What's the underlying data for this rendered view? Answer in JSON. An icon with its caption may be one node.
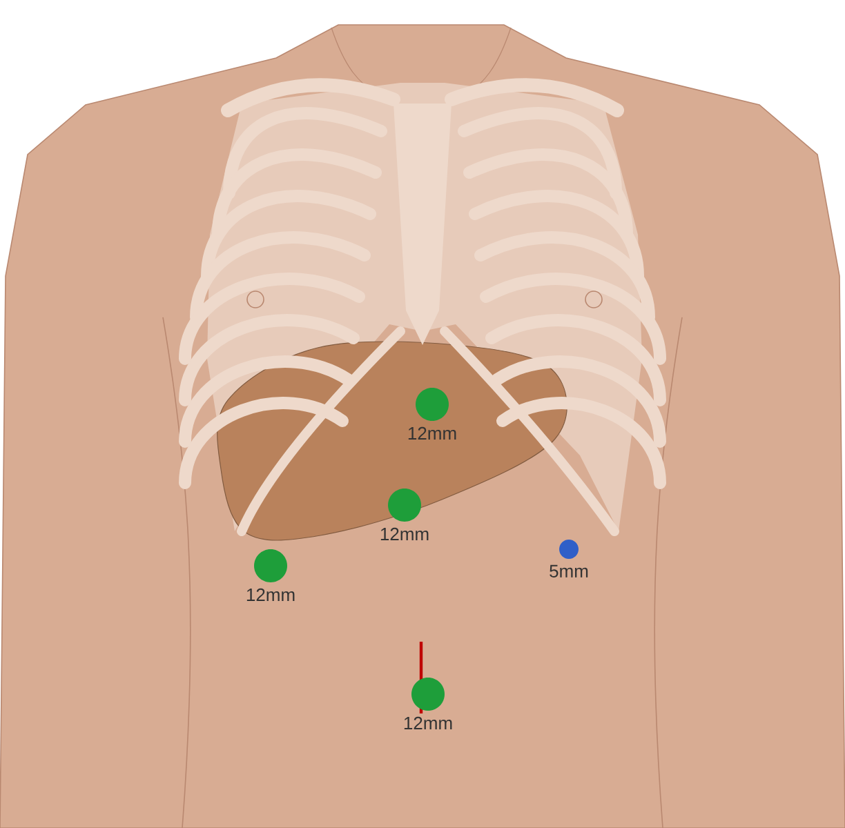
{
  "diagram": {
    "nodes": [
      {
        "text": [],
        "shape": "circle",
        "beside": [
          "12mm"
        ]
      },
      {
        "text": [],
        "shape": "circle",
        "beside": [
          "12mm"
        ]
      },
      {
        "text": [],
        "shape": "circle",
        "beside": [
          "12mm"
        ]
      },
      {
        "text": [],
        "shape": "circle",
        "beside": [
          "5mm"
        ]
      },
      {
        "text": [],
        "shape": "circle",
        "beside": [
          "12mm"
        ]
      }
    ]
  }
}
